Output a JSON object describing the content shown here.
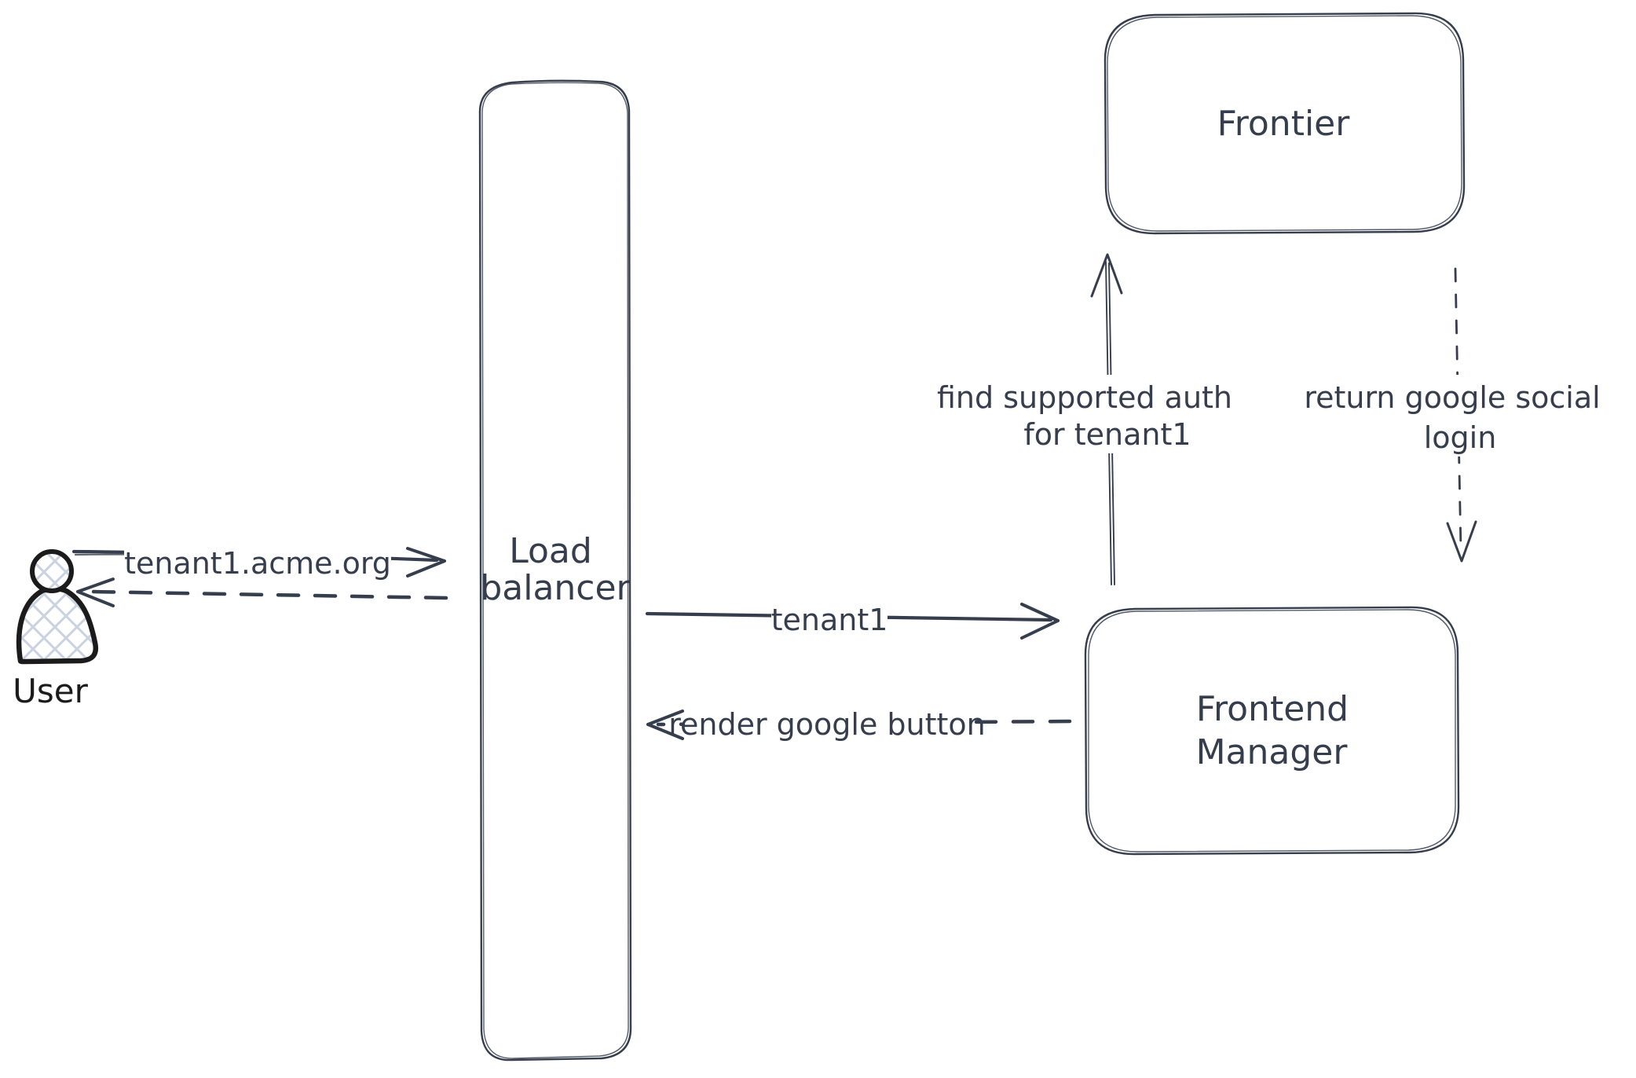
{
  "nodes": {
    "user": {
      "label": "User"
    },
    "load_balancer": {
      "line1": "Load",
      "line2": "balancer"
    },
    "frontier": {
      "label": "Frontier"
    },
    "frontend_manager": {
      "line1": "Frontend",
      "line2": "Manager"
    }
  },
  "edges": {
    "user_to_lb": {
      "label": "tenant1.acme.org",
      "style": "solid"
    },
    "lb_to_user": {
      "style": "dashed"
    },
    "lb_to_fm": {
      "label": "tenant1",
      "style": "solid"
    },
    "fm_to_lb": {
      "label": "render google button",
      "style": "dashed"
    },
    "fm_to_frontier": {
      "line1": "find supported auth",
      "line2": "for tenant1",
      "style": "solid"
    },
    "frontier_to_fm": {
      "line1": "return google social",
      "line2": "login",
      "style": "dashed"
    }
  },
  "colors": {
    "diagram_stroke": "#363d4c",
    "user_icon_stroke": "#1b1b1b",
    "user_icon_hatch": "#ccd3e0",
    "background": "#ffffff"
  }
}
